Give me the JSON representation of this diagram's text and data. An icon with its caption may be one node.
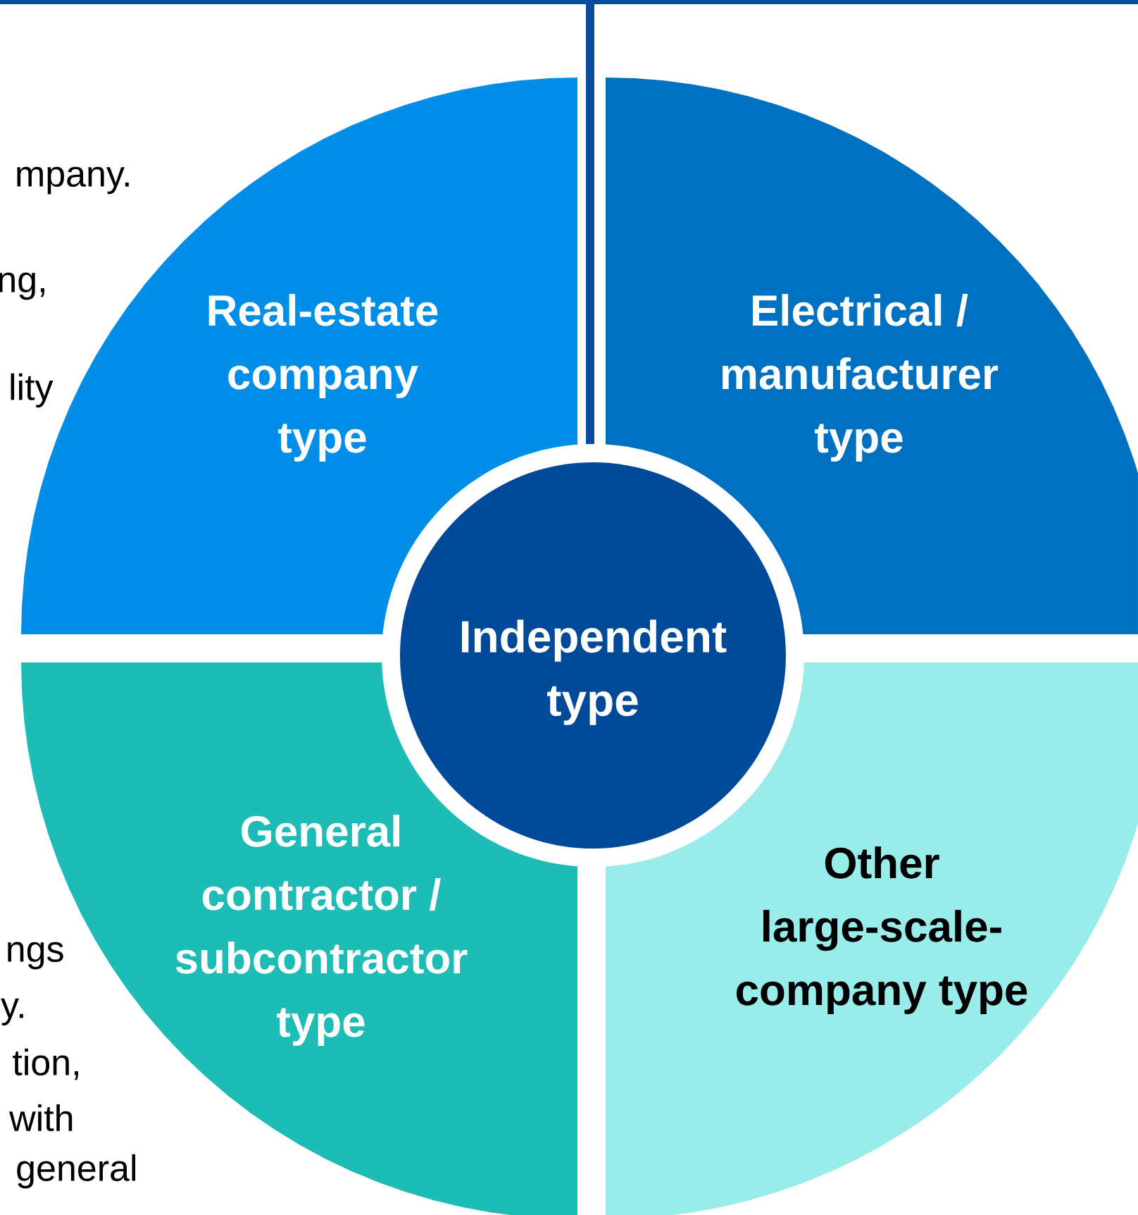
{
  "diagram": {
    "nodes": [
      {
        "text": [
          "Real-estate company type"
        ]
      },
      {
        "text": [
          "Electrical / manufacturer type"
        ]
      },
      {
        "text": [
          "General contractor / subcontractor type"
        ]
      },
      {
        "text": [
          "Other large-scale-company type"
        ]
      },
      {
        "text": [
          "Independent type"
        ]
      }
    ],
    "labels": [
      "mpany.",
      "ng,",
      "lity",
      "ngs",
      "y.",
      "tion,",
      "with",
      "general"
    ]
  }
}
